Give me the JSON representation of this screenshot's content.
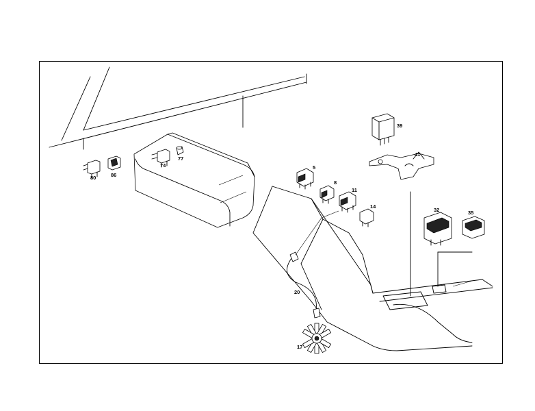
{
  "diagram": {
    "line_color": "#000000",
    "background": "#ffffff",
    "part_labels": {
      "p5": "5",
      "p8": "8",
      "p11": "11",
      "p14": "14",
      "p17": "17",
      "p20": "20",
      "p32": "32",
      "p35": "35",
      "p39": "39",
      "p41": "41",
      "p74": "74",
      "p77": "77",
      "p80": "80",
      "p86": "86"
    }
  }
}
